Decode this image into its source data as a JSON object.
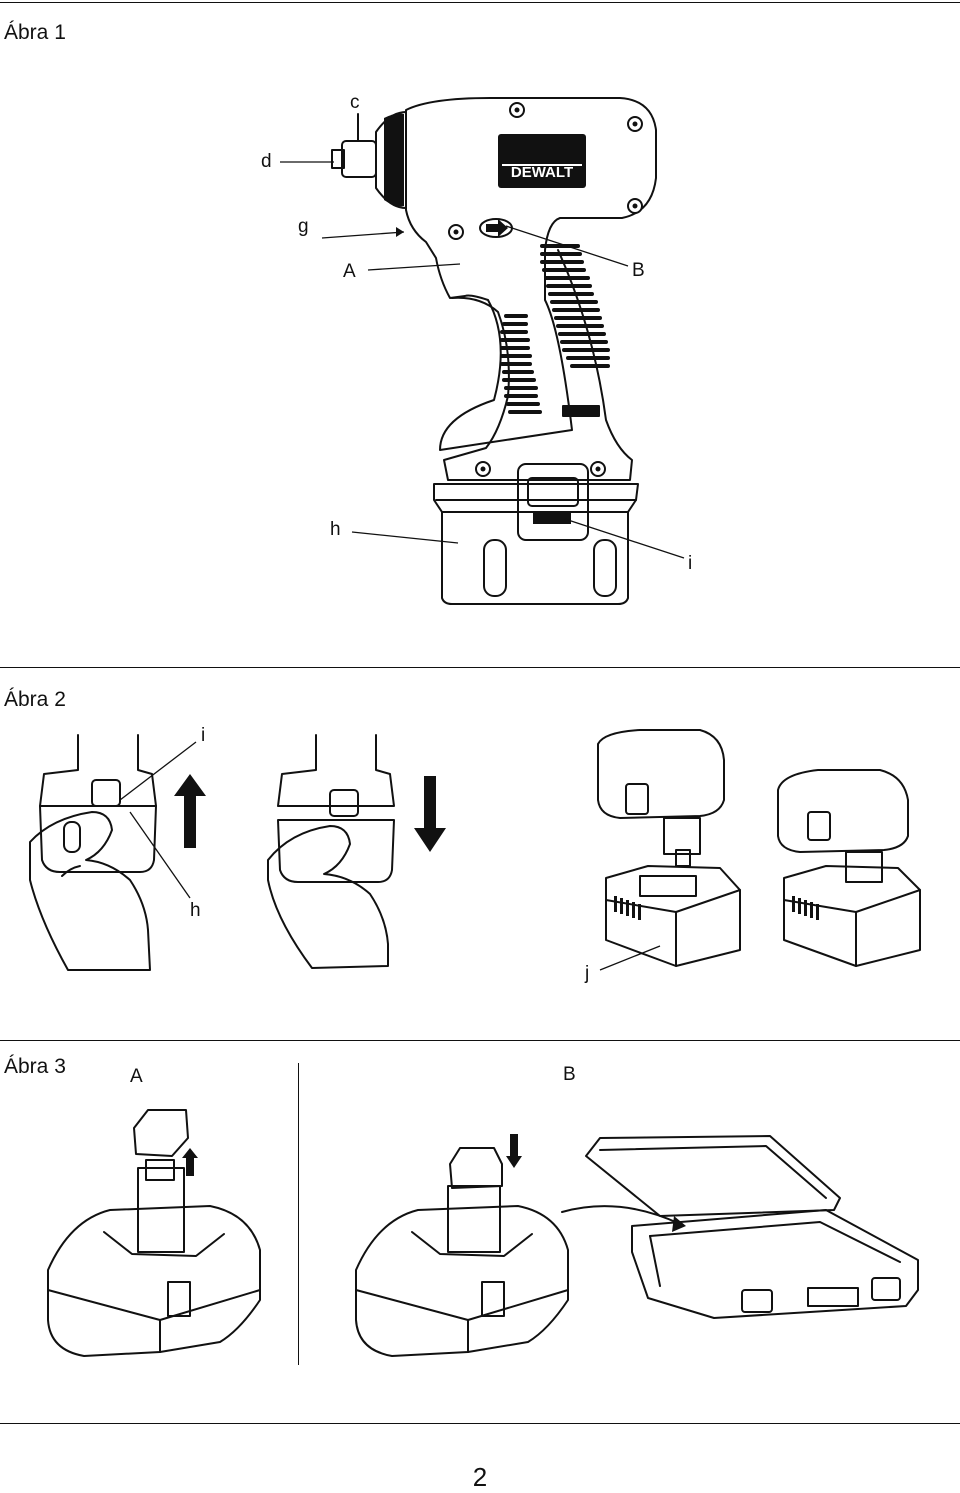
{
  "figures": {
    "fig1": {
      "title": "Ábra 1",
      "callouts": {
        "c": "c",
        "d": "d",
        "g": "g",
        "A": "A",
        "B": "B",
        "h": "h",
        "i": "i"
      },
      "logo_text": "DEWALT"
    },
    "fig2": {
      "title": "Ábra 2",
      "callouts": {
        "i": "i",
        "h": "h",
        "j": "j"
      }
    },
    "fig3": {
      "title": "Ábra 3",
      "callouts": {
        "A": "A",
        "B": "B"
      }
    }
  },
  "page_number": "2"
}
